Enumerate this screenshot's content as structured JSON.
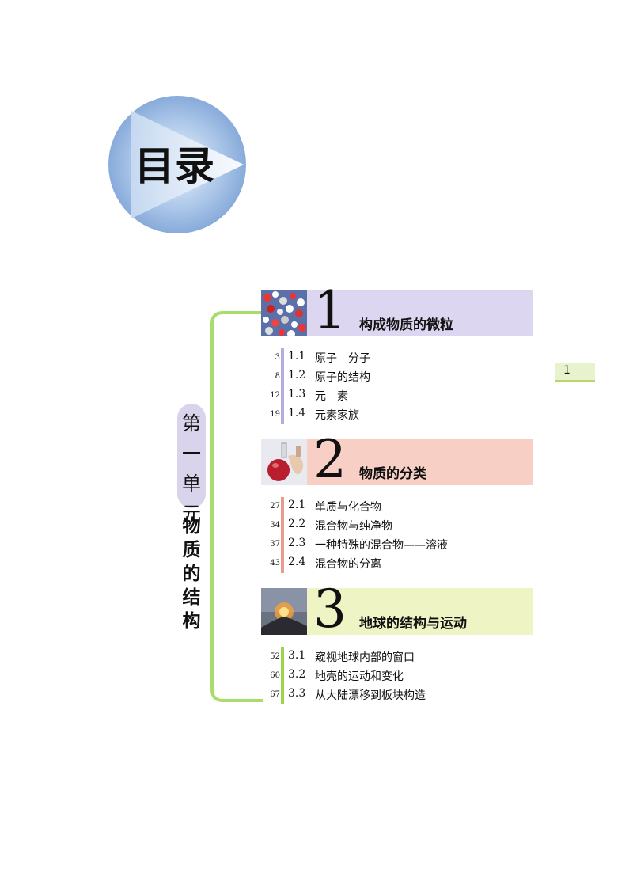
{
  "header": {
    "title": "目录"
  },
  "unit": {
    "number": "第一单元",
    "name": "物质的结构"
  },
  "page_number": "1",
  "colors": {
    "chapter1": "#dcd6f0",
    "chapter2": "#f7cfc4",
    "chapter3": "#eef4c4",
    "bracket": "#a8dd6c"
  },
  "chapters": [
    {
      "number": "1",
      "title": "构成物质的微粒",
      "sections": [
        {
          "page": "3",
          "no": "1.1",
          "label": "原子　分子"
        },
        {
          "page": "8",
          "no": "1.2",
          "label": "原子的结构"
        },
        {
          "page": "12",
          "no": "1.3",
          "label": "元　素"
        },
        {
          "page": "19",
          "no": "1.4",
          "label": "元素家族"
        }
      ]
    },
    {
      "number": "2",
      "title": "物质的分类",
      "sections": [
        {
          "page": "27",
          "no": "2.1",
          "label": "单质与化合物"
        },
        {
          "page": "34",
          "no": "2.2",
          "label": "混合物与纯净物"
        },
        {
          "page": "37",
          "no": "2.3",
          "label": "一种特殊的混合物——溶液"
        },
        {
          "page": "43",
          "no": "2.4",
          "label": "混合物的分离"
        }
      ]
    },
    {
      "number": "3",
      "title": "地球的结构与运动",
      "sections": [
        {
          "page": "52",
          "no": "3.1",
          "label": "窥视地球内部的窗口"
        },
        {
          "page": "60",
          "no": "3.2",
          "label": "地壳的运动和变化"
        },
        {
          "page": "67",
          "no": "3.3",
          "label": "从大陆漂移到板块构造"
        }
      ]
    }
  ]
}
